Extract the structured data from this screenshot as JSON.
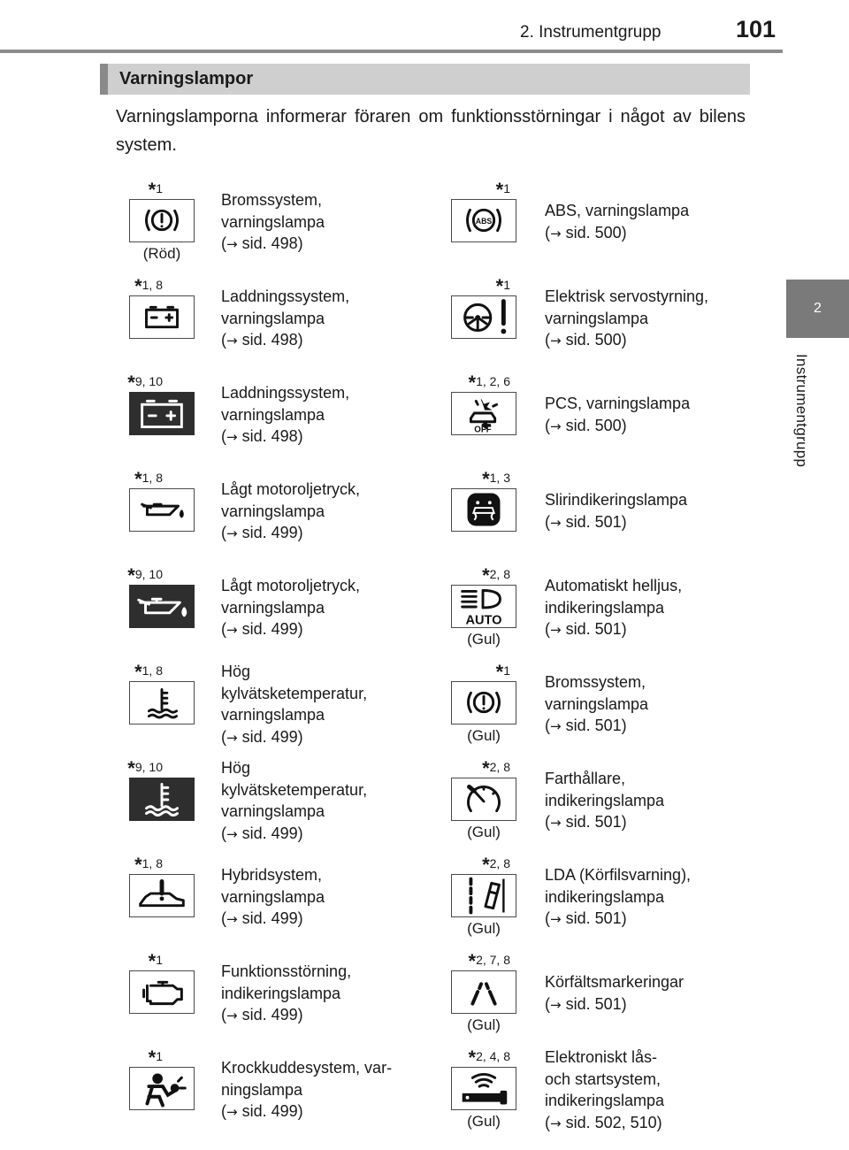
{
  "header": {
    "chapter": "2. Instrumentgrupp",
    "page": "101"
  },
  "side_tab": {
    "number": "2",
    "label": "Instrumentgrupp"
  },
  "section": {
    "title": "Varningslampor"
  },
  "intro": "Varningslamporna informerar föraren om funktionsstörningar i något av bilens system.",
  "rows": [
    {
      "left": {
        "mark": "1",
        "icon": "brake-warning-icon",
        "note": "(Röd)",
        "lines": [
          "Bromssystem,",
          "varningslampa"
        ],
        "ref": "sid. 498)"
      },
      "right": {
        "mark": "1",
        "icon": "abs-icon",
        "note": "",
        "lines": [
          "ABS, varningslampa"
        ],
        "ref": "sid. 500)"
      }
    },
    {
      "left": {
        "mark": "1, 8",
        "icon": "battery-outline-icon",
        "note": "",
        "lines": [
          "Laddningssystem,",
          "varningslampa"
        ],
        "ref": "sid. 498)"
      },
      "right": {
        "mark": "1",
        "icon": "steering-warning-icon",
        "note": "",
        "lines": [
          "Elektrisk servostyrning,",
          "varningslampa"
        ],
        "ref": "sid. 500)"
      }
    },
    {
      "left": {
        "mark": "9, 10",
        "icon": "battery-dark-icon",
        "note": "",
        "lines": [
          "Laddningssystem,",
          "varningslampa"
        ],
        "ref": "sid. 498)"
      },
      "right": {
        "mark": "1, 2, 6",
        "icon": "pcs-off-icon",
        "icon_text": "OFF",
        "note": "",
        "lines": [
          "PCS, varningslampa"
        ],
        "ref": "sid. 500)"
      }
    },
    {
      "left": {
        "mark": "1, 8",
        "icon": "oil-pressure-icon",
        "note": "",
        "lines": [
          "Lågt motoroljetryck,",
          "varningslampa"
        ],
        "ref": "sid. 499)"
      },
      "right": {
        "mark": "1, 3",
        "icon": "slip-indicator-icon",
        "note": "",
        "lines": [
          "Slirindikeringslampa"
        ],
        "ref": "sid. 501)"
      }
    },
    {
      "left": {
        "mark": "9, 10",
        "icon": "oil-pressure-dark-icon",
        "note": "",
        "lines": [
          "Lågt motoroljetryck,",
          "varningslampa"
        ],
        "ref": "sid. 499)"
      },
      "right": {
        "mark": "2, 8",
        "icon": "auto-high-beam-icon",
        "icon_text": "AUTO",
        "note": "(Gul)",
        "lines": [
          "Automatiskt helljus,",
          "indikeringslampa"
        ],
        "ref": "sid. 501)"
      }
    },
    {
      "left": {
        "mark": "1, 8",
        "icon": "coolant-temp-icon",
        "note": "",
        "lines": [
          "Hög",
          "kylvätsketemperatur,",
          "varningslampa"
        ],
        "ref": "sid. 499)"
      },
      "right": {
        "mark": "1",
        "icon": "brake-warning-icon",
        "note": "(Gul)",
        "lines": [
          "Bromssystem,",
          "varningslampa"
        ],
        "ref": "sid. 501)"
      }
    },
    {
      "left": {
        "mark": "9, 10",
        "icon": "coolant-temp-dark-icon",
        "note": "",
        "lines": [
          "Hög",
          "kylvätsketemperatur,",
          "varningslampa"
        ],
        "ref": "sid. 499)"
      },
      "right": {
        "mark": "2, 8",
        "icon": "cruise-control-icon",
        "note": "(Gul)",
        "lines": [
          "Farthållare,",
          "indikeringslampa"
        ],
        "ref": "sid. 501)"
      }
    },
    {
      "left": {
        "mark": "1, 8",
        "icon": "hybrid-system-icon",
        "note": "",
        "lines": [
          "Hybridsystem,",
          "varningslampa"
        ],
        "ref": "sid. 499)"
      },
      "right": {
        "mark": "2, 8",
        "icon": "lda-icon",
        "note": "(Gul)",
        "lines": [
          "LDA (Körfilsvarning),",
          "indikeringslampa"
        ],
        "ref": "sid. 501)"
      }
    },
    {
      "left": {
        "mark": "1",
        "icon": "engine-malfunction-icon",
        "note": "",
        "lines": [
          "Funktionsstörning,",
          "indikeringslampa"
        ],
        "ref": "sid. 499)"
      },
      "right": {
        "mark": "2, 7, 8",
        "icon": "lane-markings-icon",
        "note": "(Gul)",
        "lines": [
          "Körfältsmarkeringar"
        ],
        "ref": "sid. 501)"
      }
    },
    {
      "left": {
        "mark": "1",
        "icon": "airbag-icon",
        "note": "",
        "lines": [
          "Krockkuddesystem,  var-",
          "ningslampa"
        ],
        "ref": "sid. 499)"
      },
      "right": {
        "mark": "2, 4, 8",
        "icon": "smart-key-icon",
        "note": "(Gul)",
        "lines": [
          "Elektroniskt lås-",
          "och startsystem,",
          "indikeringslampa"
        ],
        "ref": "sid. 502, 510)"
      }
    }
  ]
}
